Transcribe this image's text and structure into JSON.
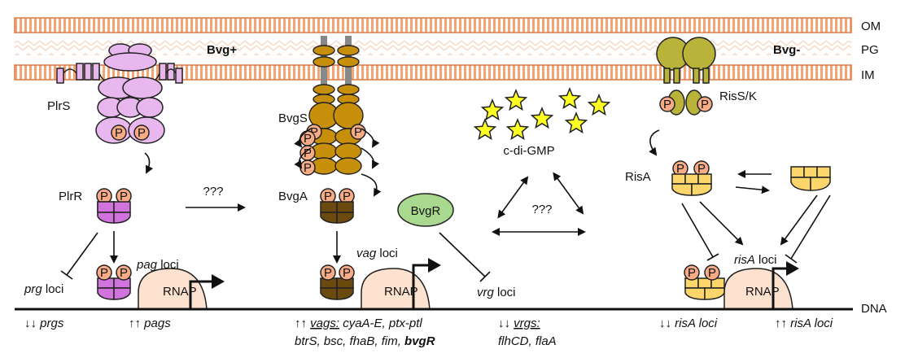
{
  "membranes": {
    "om": "OM",
    "pg": "PG",
    "im": "IM"
  },
  "phases": {
    "bvg_plus": "Bvg+",
    "bvg_minus": "Bvg-"
  },
  "proteins": {
    "plrs": "PlrS",
    "plrr": "PlrR",
    "bvgs": "BvgS",
    "bvga": "BvgA",
    "bvgr": "BvgR",
    "riss_k": "RisS/K",
    "risa": "RisA",
    "rnap": "RNAP",
    "phospho": "P"
  },
  "signals": {
    "cdigmp": "c-di-GMP",
    "unknown1": "???",
    "unknown2": "???"
  },
  "loci": {
    "pag_italic": "pag",
    "pag_rest": " loci",
    "prg_italic": "prg",
    "prg_rest": " loci",
    "vag_italic": "vag",
    "vag_rest": " loci",
    "vrg_italic": "vrg",
    "vrg_rest": " loci",
    "risa_italic": "risA",
    "risa_rest": " loci"
  },
  "dna": "DNA",
  "outputs": {
    "down_prgs_arrows": "↓↓ ",
    "down_prgs": "prgs",
    "up_pags_arrows": "↑↑ ",
    "up_pags": "pags",
    "vags_arrows": "↑↑ ",
    "vags_head": "vags:",
    "vags_line1": " cyaA-E, ptx-ptl",
    "vags_line2": "btrS, bsc, fhaB, fim, ",
    "vags_bold": "bvgR",
    "vrgs_arrows": "↓↓ ",
    "vrgs_head": "vrgs:",
    "vrgs_line2": "flhCD, flaA",
    "risa_down_arrows": "↓↓ ",
    "risa_down": "risA loci",
    "risa_up_arrows": "↑↑ ",
    "risa_up": "risA loci"
  },
  "colors": {
    "membrane": "#f4a373",
    "pg_hatch": "#f1d5c4",
    "plr": "#e8b7ee",
    "plrr": "#d073dc",
    "bvgs": "#c8900a",
    "bvga": "#6b4a10",
    "bvgr": "#a9d98f",
    "ris": "#b9b33a",
    "risa": "#fcd56b",
    "phospho": "#f7ac86",
    "rnap": "#fde2d0",
    "star": "#ffff22"
  }
}
